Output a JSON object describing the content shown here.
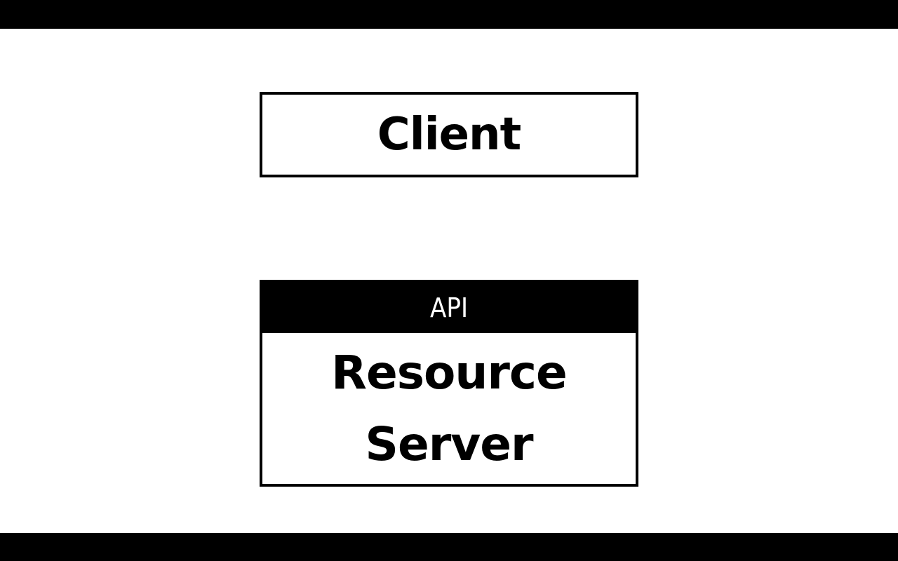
{
  "diagram": {
    "client": {
      "label": "Client"
    },
    "resource_server": {
      "api_label": "API",
      "label_line1": "Resource",
      "label_line2": "Server"
    }
  },
  "colors": {
    "background": "#ffffff",
    "letterbox": "#000000",
    "box_border": "#000000",
    "api_band": "#000000",
    "api_text": "#ffffff",
    "text": "#000000"
  }
}
